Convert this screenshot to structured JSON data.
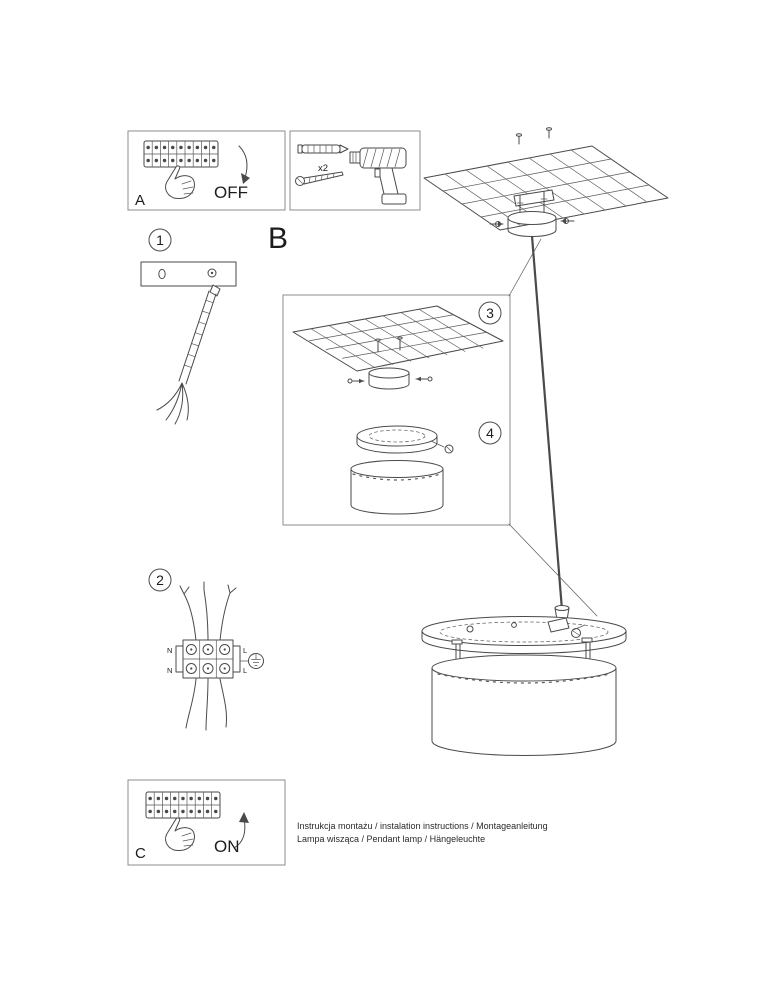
{
  "page": {
    "paper_color": "#ffffff",
    "ink_color": "#4a4a4a"
  },
  "panel_a": {
    "label": "A",
    "switch_state": "OFF"
  },
  "tools_panel": {
    "anchor_count": "x2"
  },
  "section": {
    "label": "B"
  },
  "step_badges": {
    "s1": "1",
    "s2": "2",
    "s3": "3",
    "s4": "4"
  },
  "wiring": {
    "row1_left": "N",
    "row1_right": "L",
    "row2_left": "N",
    "row2_right": "L"
  },
  "panel_c": {
    "label": "C",
    "switch_state": "ON"
  },
  "footer": {
    "line1": "Instrukcja montażu / instalation instructions / Montageanleitung",
    "line2": "Lampa wisząca / Pendant lamp / Hängeleuchte"
  }
}
